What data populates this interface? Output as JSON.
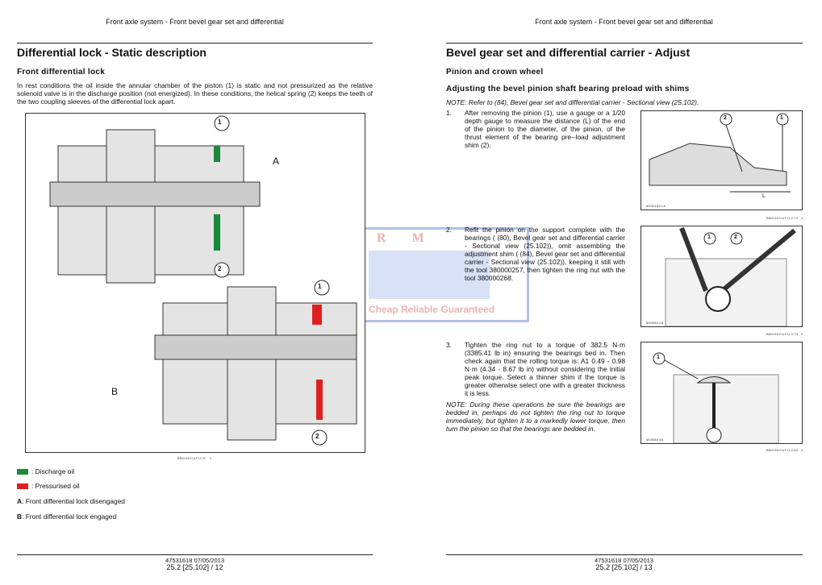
{
  "left_page": {
    "header": "Front axle system - Front bevel gear set and differential",
    "title": "Differential lock - Static description",
    "subtitle": "Front differential lock",
    "paragraph": "In rest conditions the oil inside the annular chamber of the piston (1) is static and not pressurized as the relative solenoid valve is in the discharge position (not energized). In these conditions, the helical spring (2) keeps the teeth of the two coupling sleeves of the differential lock apart.",
    "figure": {
      "callouts": [
        "1",
        "2",
        "1",
        "2"
      ],
      "labels": [
        "A",
        "B"
      ],
      "caption": "BBD0DCUF1CH",
      "number": "1"
    },
    "legend": [
      {
        "color": "#1a8a3a",
        "text": ": Discharge oil"
      },
      {
        "color": "#e02020",
        "text": ": Pressurised oil"
      },
      {
        "key": "A",
        "text": " : Front differential lock disengaged"
      },
      {
        "key": "B",
        "text": " : Front differential lock engaged"
      }
    ],
    "footer": {
      "doc": "47531618 07/05/2013",
      "page": "25.2 [25.102] / 12"
    }
  },
  "right_page": {
    "header": "Front axle system - Front bevel gear set and differential",
    "title": "Bevel gear set and differential carrier - Adjust",
    "subtitle": "Pinion and crown wheel",
    "section": "Adjusting the bevel pinion shaft bearing preload with shims",
    "note1": "NOTE: Refer to (84), Bevel gear set and differential carrier - Sectional view (25.102).",
    "steps": [
      {
        "n": "1.",
        "text": "After removing the pinion (1), use a gauge or a 1/20 depth gauge to measure the distance (L) of the end of the pinion to the diameter, of the pinion, of the thrust element of the bearing pre--load adjustment shim (2).",
        "fig_code": "MDB1821A",
        "fig_callouts": [
          "2",
          "1",
          "L"
        ],
        "caption": "BBD0DCUF1LC72",
        "fig_num": "1"
      },
      {
        "n": "2.",
        "text": "Refit the pinion on the support complete with the bearings ( (80), Bevel gear set and differential carrier - Sectional view (25.102)), omit assembling the adjustment shim ( (84), Bevel gear set and differential carrier - Sectional view (25.102)), keeping it still with the tool 380000257, then tighten the ring nut with the tool 380000268.",
        "fig_code": "MDB842A",
        "fig_callouts": [
          "1",
          "2"
        ],
        "caption": "BBD0DCUF1LC74",
        "fig_num": "2"
      },
      {
        "n": "3.",
        "text": "Tighten the ring nut to a torque of 382.5 N·m (3385.41 lb in) ensuring the bearings bed in. Then check again that the rolling torque is: A1 0.49 - 0.98 N·m (4.34 - 8.67 lb in) without considering the initial peak torque. Select a thinner shim if the torque is greater otherwise select one with a greater thickness it is less.",
        "fig_code": "MDB843A",
        "fig_callouts": [
          "1"
        ],
        "caption": "BBD0DCUF1LC80",
        "fig_num": "3"
      }
    ],
    "note2": "NOTE: During these operations be sure the bearings are bedded in, perhaps do not tighten the ring nut to torque immediately, but tighten it to a markedly lower torque, then turn the pinion so that the bearings are bedded in.",
    "footer": {
      "doc": "47531618 07/05/2013",
      "page": "25.2 [25.102] / 13"
    }
  },
  "watermark": {
    "logo": "R M",
    "tagline": "Cheap Reliable Guaranteed"
  }
}
